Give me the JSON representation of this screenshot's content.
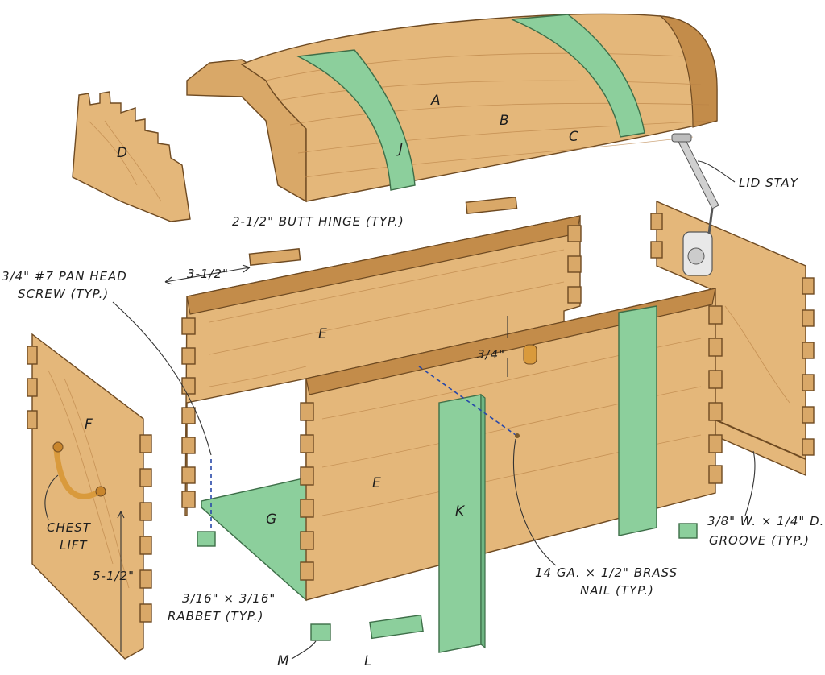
{
  "labels": {
    "lid_stay": "LID STAY",
    "butt_hinge": "2-1/2\" BUTT HINGE (TYP.)",
    "pan_head_line1": "3/4\" #7 PAN HEAD",
    "pan_head_line2": "SCREW (TYP.)",
    "dim_3_half": "3-1/2\"",
    "dim_3_4": "3/4\"",
    "chest_lift_line1": "CHEST",
    "chest_lift_line2": "LIFT",
    "dim_5_half": "5-1/2\"",
    "rabbet_line1": "3/16\" × 3/16\"",
    "rabbet_line2": "RABBET (TYP.)",
    "nail_line1": "14 GA. × 1/2\" BRASS",
    "nail_line2": "NAIL (TYP.)",
    "groove_line1": "3/8\" W. × 1/4\" D.",
    "groove_line2": "GROOVE (TYP.)"
  },
  "parts": {
    "a": "A",
    "b": "B",
    "c": "C",
    "d": "D",
    "e_back": "E",
    "e_front": "E",
    "f": "F",
    "g": "G",
    "j": "J",
    "k": "K",
    "l": "L",
    "m": "M"
  },
  "colors": {
    "wood": "#e4b77a",
    "wood_edge": "#6e4a22",
    "green_strap": "#8ccf9c",
    "leader_dash": "#2848a8",
    "hardware": "#d99a3c"
  }
}
